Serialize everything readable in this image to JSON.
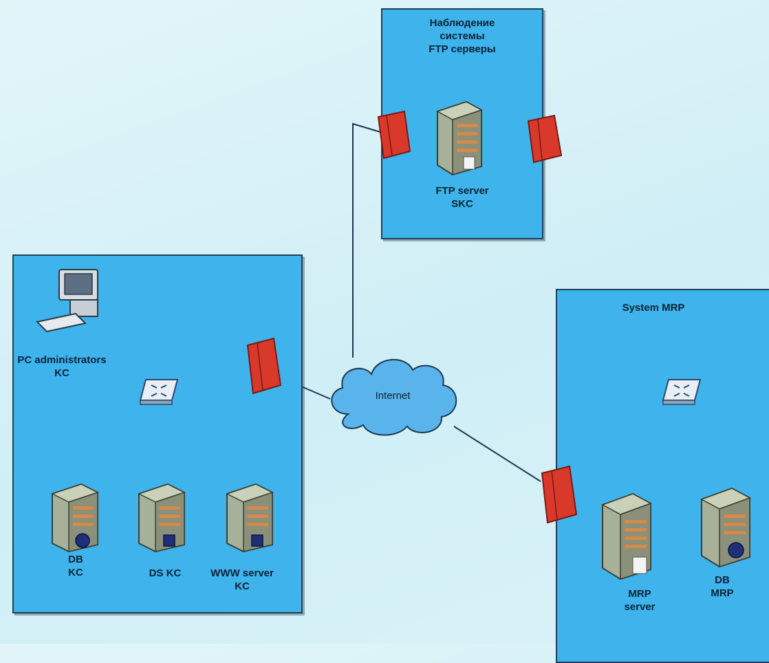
{
  "zones": {
    "ftp": {
      "title": "Наблюдение\nсистемы\nFTP серверы",
      "server_label": "FTP server\nSKC"
    },
    "kc": {
      "pc_label": "PC administrators\nKC",
      "db_label": "DB\nKC",
      "ds_label": "DS KC",
      "www_label": "WWW server\nKC"
    },
    "mrp": {
      "title": "System MRP",
      "mrp_server_label": "MRP\nserver",
      "db_label": "DB\nMRP"
    }
  },
  "internet_label": "Internet",
  "colors": {
    "zone_fill": "#3fb3ec",
    "firewall": "#d8392b",
    "cloud": "#5ab4ec",
    "background": "#d4f0f6"
  }
}
